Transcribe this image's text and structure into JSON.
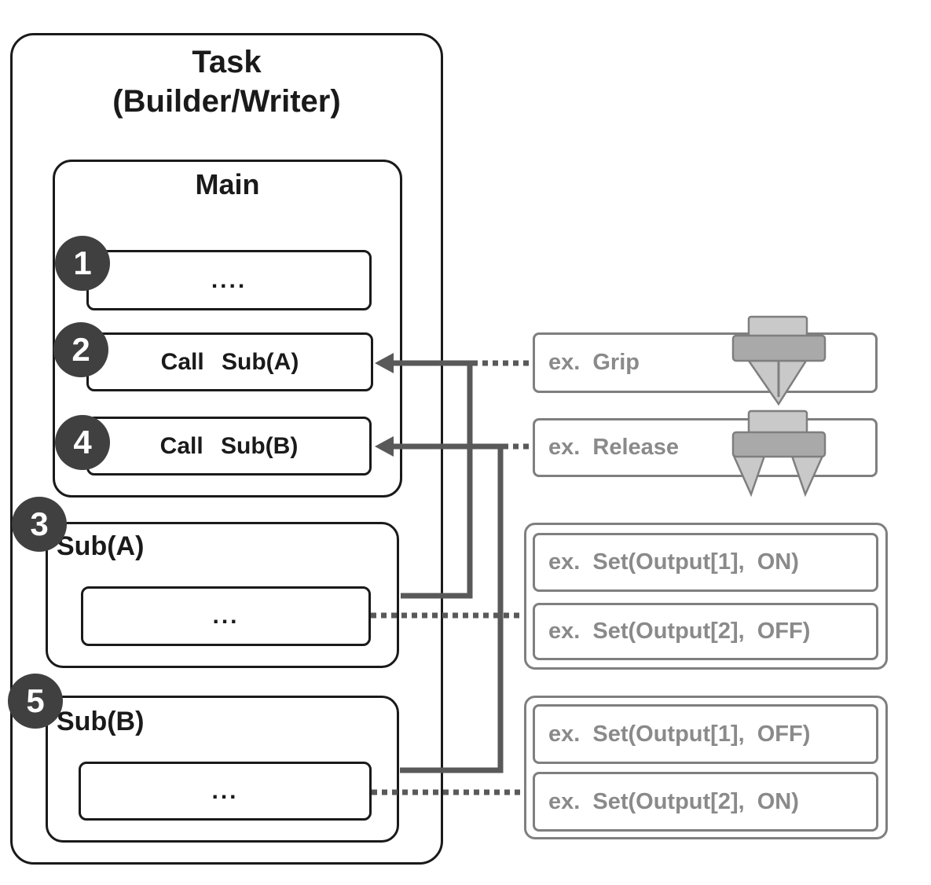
{
  "diagram": {
    "task": {
      "title_line1": "Task",
      "title_line2": "(Builder/Writer)",
      "main": {
        "title": "Main",
        "steps": [
          {
            "badge": "1",
            "label": "...."
          },
          {
            "badge": "2",
            "label": "Call Sub(A)"
          },
          {
            "badge": "4",
            "label": "Call Sub(B)"
          }
        ]
      },
      "subroutines": [
        {
          "badge": "3",
          "title": "Sub(A)",
          "body": "..."
        },
        {
          "badge": "5",
          "title": "Sub(B)",
          "body": "..."
        }
      ]
    },
    "examples": {
      "grip": {
        "label": "ex. Grip",
        "icon": "gripper-closed-icon"
      },
      "release": {
        "label": "ex. Release",
        "icon": "gripper-open-icon"
      },
      "sub_a": [
        "ex. Set(Output[1], ON)",
        "ex. Set(Output[2], OFF)"
      ],
      "sub_b": [
        "ex. Set(Output[1], OFF)",
        "ex. Set(Output[2], ON)"
      ]
    },
    "colors": {
      "box_border_black": "#1a1a1a",
      "connector_gray": "#595959",
      "badge_gray": "#404040",
      "annotation_border_gray": "#7f7f7f",
      "annotation_text_gray": "#8a8a8a",
      "icon_light_gray": "#c9c9c9",
      "icon_medium_gray": "#a9a9a9"
    }
  }
}
